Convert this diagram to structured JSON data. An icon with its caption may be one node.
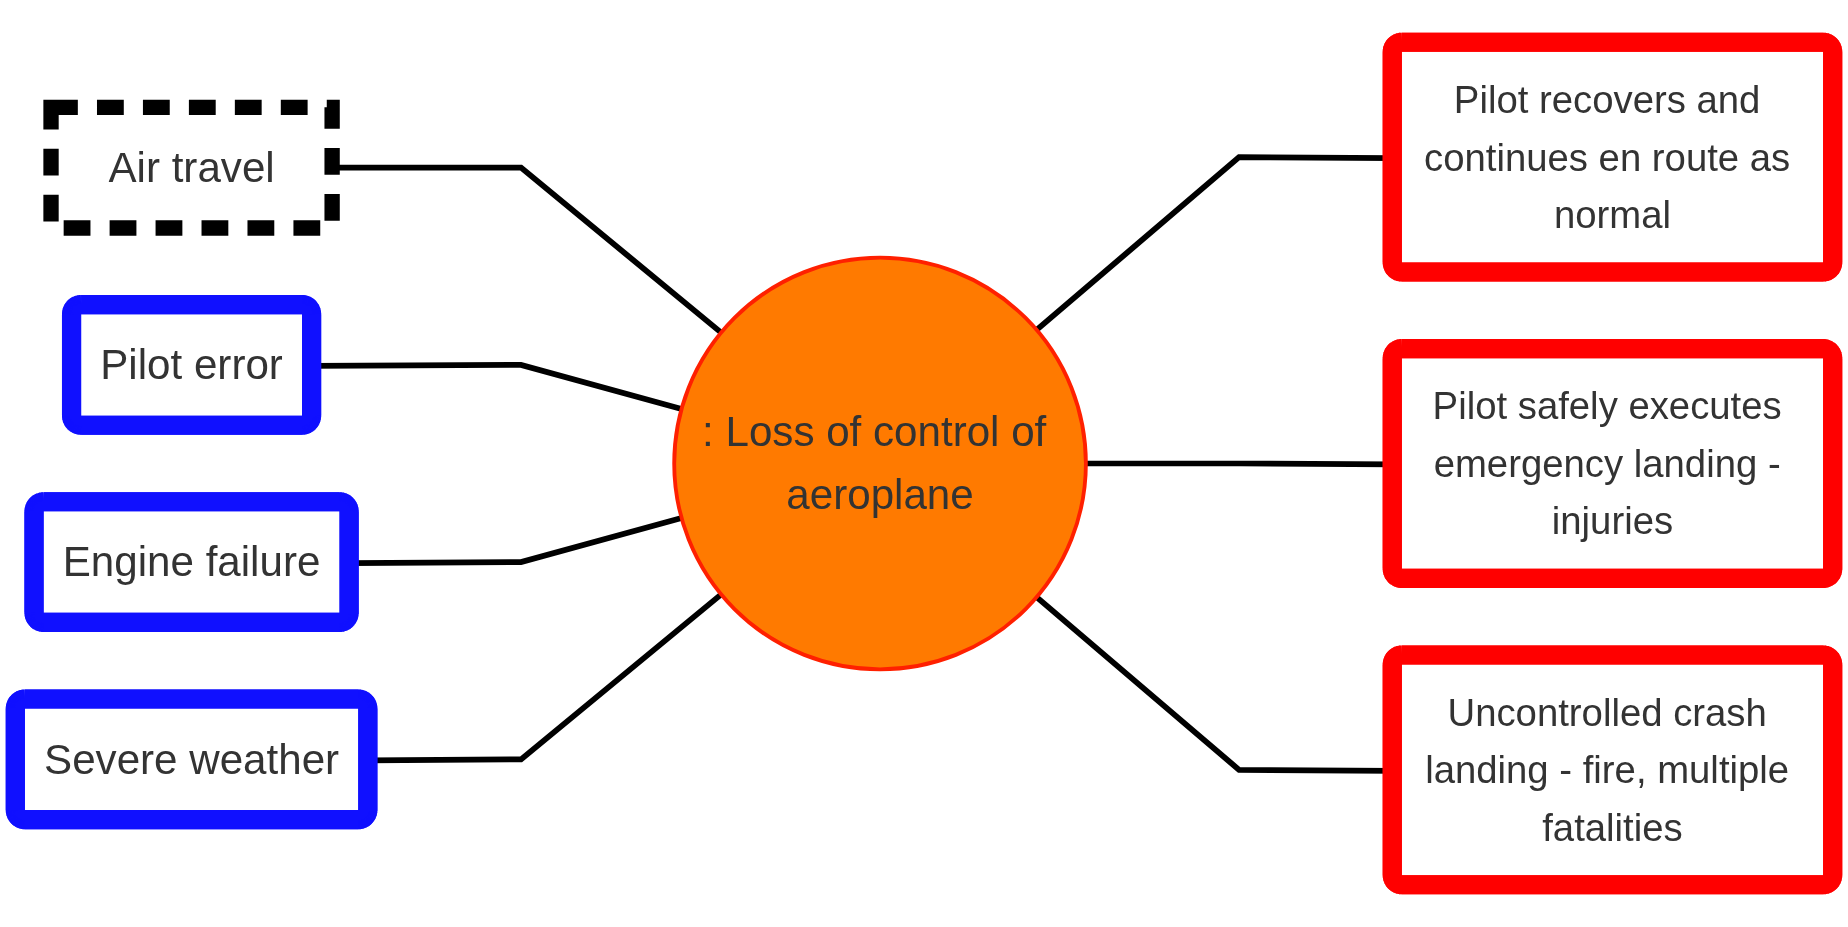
{
  "diagram": {
    "nodes": [
      {
        "text": [
          "Air travel"
        ]
      },
      {
        "text": [
          ": Loss of control of aeroplane"
        ]
      },
      {
        "text": [
          "Pilot error"
        ]
      },
      {
        "text": [
          "Engine failure"
        ]
      },
      {
        "text": [
          "Severe weather"
        ]
      },
      {
        "text": [
          "Pilot recovers and continues en route as normal"
        ]
      },
      {
        "text": [
          "Pilot safely executes emergency landing - injuries"
        ]
      },
      {
        "text": [
          "Uncontrolled crash landing - fire, multiple fatalities"
        ]
      }
    ],
    "edges": [
      {
        "from": 0,
        "to": 1,
        "arrow": "none"
      },
      {
        "from": 2,
        "to": 1,
        "arrow": "none"
      },
      {
        "from": 3,
        "to": 1,
        "arrow": "none"
      },
      {
        "from": 4,
        "to": 1,
        "arrow": "none"
      },
      {
        "from": 1,
        "to": 5,
        "arrow": "none"
      },
      {
        "from": 1,
        "to": 6,
        "arrow": "none"
      },
      {
        "from": 1,
        "to": 7,
        "arrow": "none"
      }
    ]
  }
}
